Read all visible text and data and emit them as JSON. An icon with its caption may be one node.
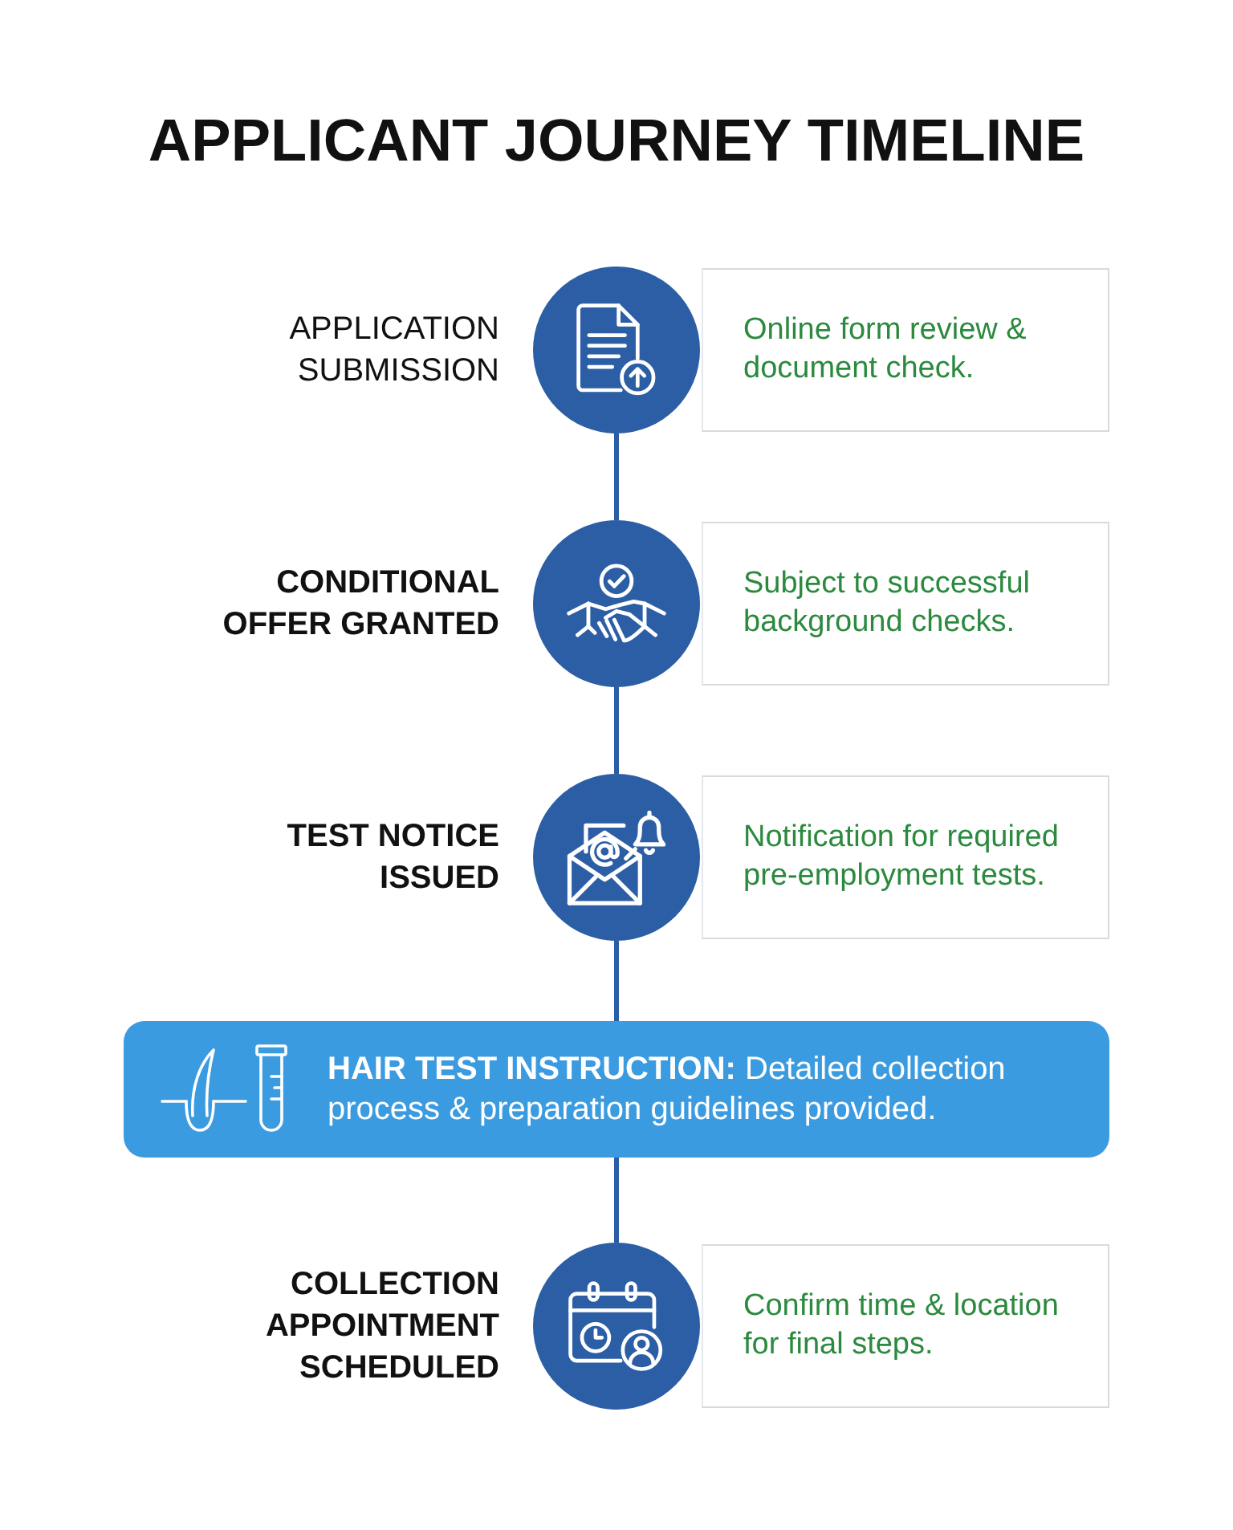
{
  "diagram": {
    "title": "APPLICANT JOURNEY TIMELINE",
    "nodes": [
      {
        "text": [
          "APPLICATION SUBMISSION"
        ]
      },
      {
        "text": [
          "Online form review & document check."
        ]
      },
      {
        "text": [
          "CONDITIONAL OFFER GRANTED"
        ]
      },
      {
        "text": [
          "Subject to successful background checks."
        ]
      },
      {
        "text": [
          "TEST NOTICE ISSUED"
        ]
      },
      {
        "text": [
          "Notification for required pre-employment tests."
        ]
      },
      {
        "text": [
          "**HAIR TEST INSTRUCTION:** Detailed collection process & preparation guidelines provided."
        ]
      },
      {
        "text": [
          "COLLECTION APPOINTMENT SCHEDULED"
        ]
      },
      {
        "text": [
          "Confirm time & location for final steps."
        ]
      }
    ],
    "edges": [
      {
        "from": 0,
        "to": 2,
        "arrow": "none"
      },
      {
        "from": 2,
        "to": 4,
        "arrow": "none"
      },
      {
        "from": 4,
        "to": 6,
        "arrow": "none"
      },
      {
        "from": 6,
        "to": 7,
        "arrow": "none"
      }
    ]
  }
}
